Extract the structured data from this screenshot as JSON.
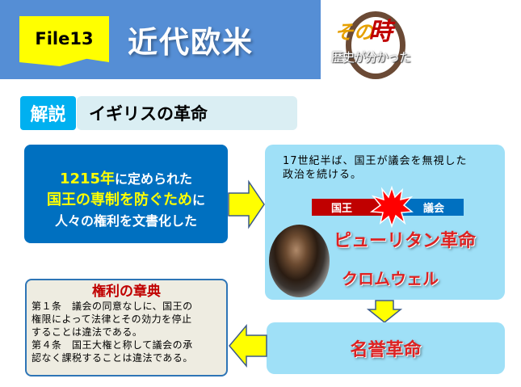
{
  "header": {
    "file_label": "File13",
    "title": "近代欧米"
  },
  "logo": {
    "line1a": "その",
    "line1b": "時",
    "line2": "歴史が分かった"
  },
  "section": {
    "badge": "解説",
    "title": "イギリスの革命"
  },
  "magna_carta": {
    "year": "1215年",
    "line1_rest": "に定められた",
    "line2_highlight": "国王の専制を防ぐため",
    "line2_rest": "に",
    "line3": "人々の権利を文書化した"
  },
  "puritan_box": {
    "text_line1": "17世紀半ば、国王が議会を無視した",
    "text_line2": "政治を続ける。",
    "king": "国王",
    "parliament": "議会",
    "revolution": "ピューリタン革命",
    "person": "クロムウェル"
  },
  "glorious": {
    "label": "名誉革命"
  },
  "bill_of_rights": {
    "title": "権利の章典",
    "lines": [
      "第１条　議会の同意なしに、国王の",
      "権限によって法律とその効力を停止",
      "することは違法である。",
      "第４条　国王大権と称して議会の承",
      "認なく課税することは違法である。"
    ]
  },
  "colors": {
    "header": "#558ED5",
    "flag": "#FFFF00",
    "badge": "#00B0F0",
    "left_box": "#0070C0",
    "right_box": "#9FE0F7",
    "accent_red": "#C00000"
  }
}
